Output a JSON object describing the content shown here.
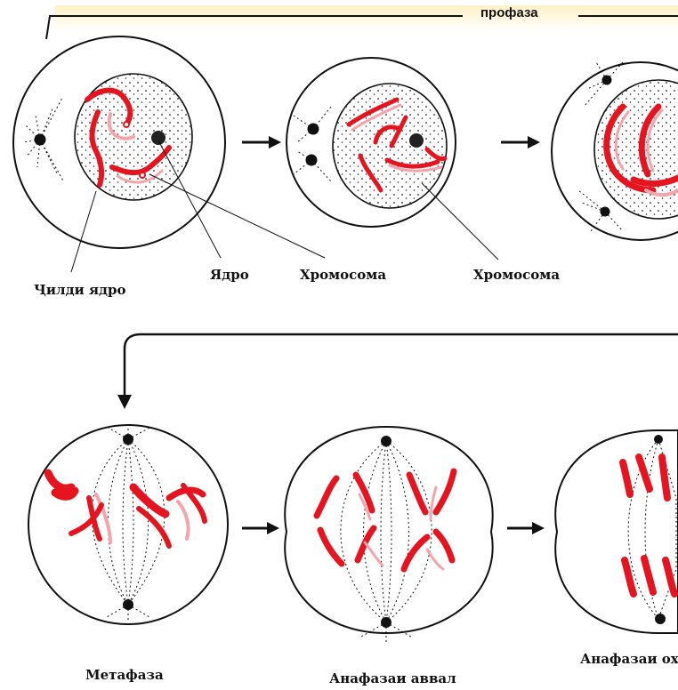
{
  "top_bracket_label": "профаза",
  "labels": {
    "nuclear_envelope": "Ҷилди ядро",
    "nucleolus": "Ядро",
    "chromosome_1": "Хромосома",
    "chromosome_2": "Хромосома"
  },
  "stages": {
    "metaphase": "Метафаза",
    "early_anaphase": "Анафазаи аввал",
    "late_anaphase": "Анафазаи охи"
  },
  "colors": {
    "chromosome": "#e5141f",
    "chromosome_light": "#f4a4aa",
    "ink": "#111111",
    "prophase_band": "#fff4d4"
  }
}
